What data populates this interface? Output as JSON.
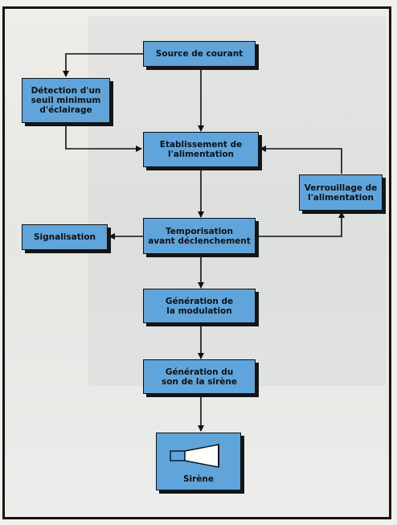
{
  "diagram": {
    "nodes": {
      "source": "Source de courant",
      "detection": "Détection d'un\nseuil minimum\nd'éclairage",
      "etablissement": "Etablissement de\nl'alimentation",
      "verrouillage": "Verrouillage de\nl'alimentation",
      "temporisation": "Temporisation\navant déclenchement",
      "signalisation": "Signalisation",
      "modulation": "Génération de\nla modulation",
      "son": "Génération du\nson de la sirène",
      "sirene": "Sirène"
    },
    "colors": {
      "box_fill": "#5fa5dc",
      "line": "#111111"
    },
    "icons": [
      "horn-speaker-icon"
    ]
  }
}
